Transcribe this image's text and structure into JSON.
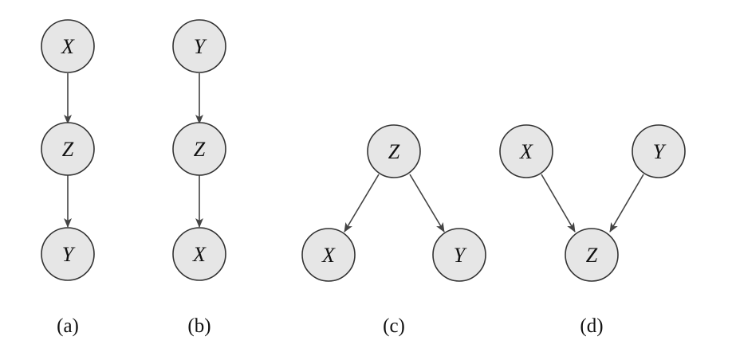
{
  "colors": {
    "node_fill": "#e6e6e6",
    "node_stroke": "#333333",
    "edge": "#444444",
    "background": "#ffffff"
  },
  "panels": [
    {
      "caption": "(a)",
      "nodes": [
        {
          "id": "a-x",
          "label": "X"
        },
        {
          "id": "a-z",
          "label": "Z"
        },
        {
          "id": "a-y",
          "label": "Y"
        }
      ],
      "edges": [
        {
          "from": "a-x",
          "to": "a-z"
        },
        {
          "from": "a-z",
          "to": "a-y"
        }
      ]
    },
    {
      "caption": "(b)",
      "nodes": [
        {
          "id": "b-y",
          "label": "Y"
        },
        {
          "id": "b-z",
          "label": "Z"
        },
        {
          "id": "b-x",
          "label": "X"
        }
      ],
      "edges": [
        {
          "from": "b-y",
          "to": "b-z"
        },
        {
          "from": "b-z",
          "to": "b-x"
        }
      ]
    },
    {
      "caption": "(c)",
      "nodes": [
        {
          "id": "c-z",
          "label": "Z"
        },
        {
          "id": "c-x",
          "label": "X"
        },
        {
          "id": "c-y",
          "label": "Y"
        }
      ],
      "edges": [
        {
          "from": "c-z",
          "to": "c-x"
        },
        {
          "from": "c-z",
          "to": "c-y"
        }
      ]
    },
    {
      "caption": "(d)",
      "nodes": [
        {
          "id": "d-x",
          "label": "X"
        },
        {
          "id": "d-y",
          "label": "Y"
        },
        {
          "id": "d-z",
          "label": "Z"
        }
      ],
      "edges": [
        {
          "from": "d-x",
          "to": "d-z"
        },
        {
          "from": "d-y",
          "to": "d-z"
        }
      ]
    }
  ]
}
